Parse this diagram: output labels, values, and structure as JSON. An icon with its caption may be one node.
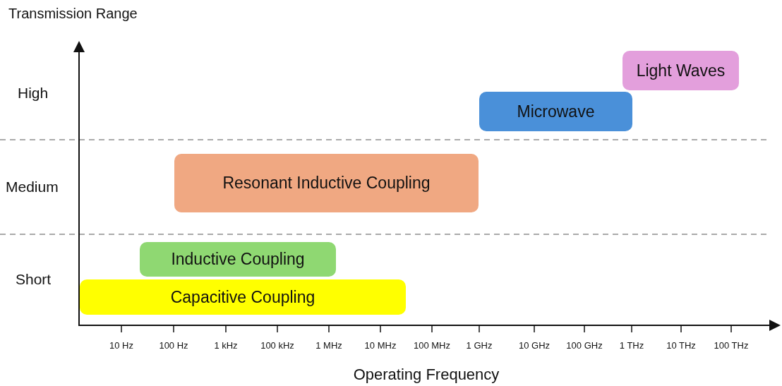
{
  "diagram": {
    "nodes": [
      {
        "text": [
          "Light Waves"
        ]
      },
      {
        "text": [
          "Microwave"
        ]
      },
      {
        "text": [
          "Resonant Inductive Coupling"
        ]
      },
      {
        "text": [
          "Inductive Coupling"
        ]
      },
      {
        "text": [
          "Capacitive Coupling"
        ]
      }
    ],
    "labels": [
      "Transmission Range",
      "High",
      "Medium",
      "Short",
      "10 Hz",
      "100 Hz",
      "1 kHz",
      "100 kHz",
      "1  MHz",
      "10 MHz",
      "100 MHz",
      "1  GHz",
      "10 GHz",
      "100 GHz",
      "1  THz",
      "10 THz",
      "100 THz",
      "Operating Frequency"
    ]
  }
}
